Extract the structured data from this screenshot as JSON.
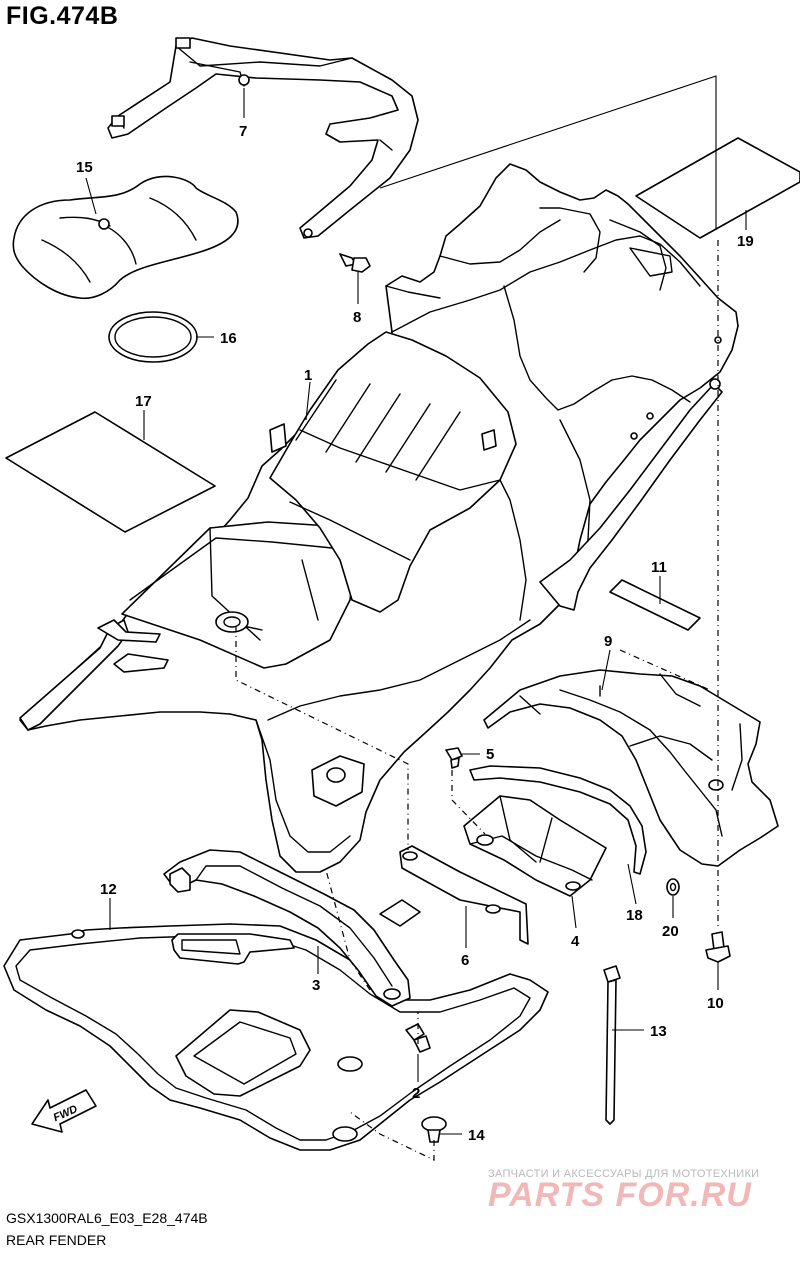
{
  "figure": {
    "title": "FIG.474B",
    "code": "GSX1300RAL6_E03_E28_474B",
    "caption": "REAR FENDER"
  },
  "callouts": [
    "1",
    "2",
    "3",
    "4",
    "5",
    "6",
    "7",
    "8",
    "9",
    "10",
    "11",
    "12",
    "13",
    "14",
    "15",
    "16",
    "17",
    "18",
    "19",
    "20"
  ],
  "fwd_label": "FWD",
  "watermark": {
    "line1": "ЗАПЧАСТИ И АКСЕССУАРЫ ДЛЯ МОТОТЕХНИКИ",
    "line2": "PARTS FOR.RU"
  }
}
